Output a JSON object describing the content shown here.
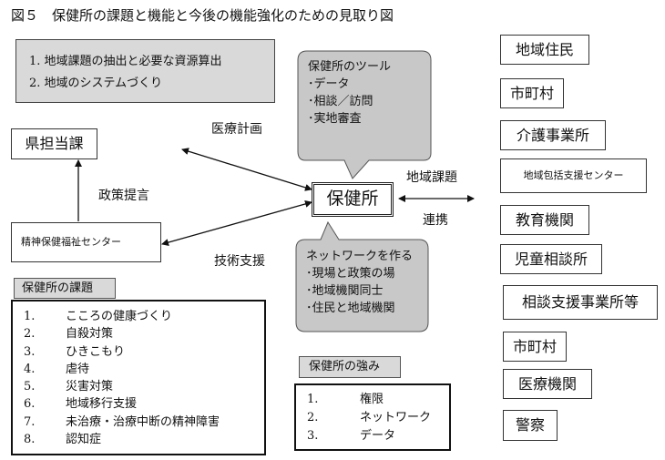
{
  "title": "図５　保健所の課題と機能と今後の機能強化のための見取り図",
  "top_box": {
    "items": [
      "1.  地域課題の抽出と必要な資源算出",
      "2.  地域のシステムづくり"
    ]
  },
  "tools_bubble": {
    "title": "保健所のツール",
    "items": [
      "･データ",
      "･相談／訪問",
      "･実地審査"
    ]
  },
  "network_bubble": {
    "title": "ネットワークを作る",
    "items": [
      "･現場と政策の場",
      "･地域機関同士",
      "･住民と地域機関"
    ]
  },
  "center": "保健所",
  "left_nodes": {
    "pref": "県担当課",
    "mhwc": "精神保健福祉センター"
  },
  "labels": {
    "medical_plan": "医療計画",
    "policy": "政策提言",
    "tech_support": "技術支援",
    "regional_issues": "地域課題",
    "cooperation": "連携"
  },
  "right_nodes": [
    "地域住民",
    "市町村",
    "介護事業所",
    "地域包括支援センター",
    "教育機関",
    "児童相談所",
    "相談支援事業所等",
    "市町村",
    "医療機関",
    "警察"
  ],
  "issues": {
    "header": "保健所の課題",
    "items": [
      {
        "num": "1.",
        "text": "こころの健康づくり"
      },
      {
        "num": "2.",
        "text": "自殺対策"
      },
      {
        "num": "3.",
        "text": "ひきこもり"
      },
      {
        "num": "4.",
        "text": "虐待"
      },
      {
        "num": "5.",
        "text": "災害対策"
      },
      {
        "num": "6.",
        "text": "地域移行支援"
      },
      {
        "num": "7.",
        "text": "未治療・治療中断の精神障害"
      },
      {
        "num": "8.",
        "text": "認知症"
      }
    ]
  },
  "strengths": {
    "header": "保健所の強み",
    "items": [
      {
        "num": "1.",
        "text": "権限"
      },
      {
        "num": "2.",
        "text": "ネットワーク"
      },
      {
        "num": "3.",
        "text": "データ"
      }
    ]
  }
}
